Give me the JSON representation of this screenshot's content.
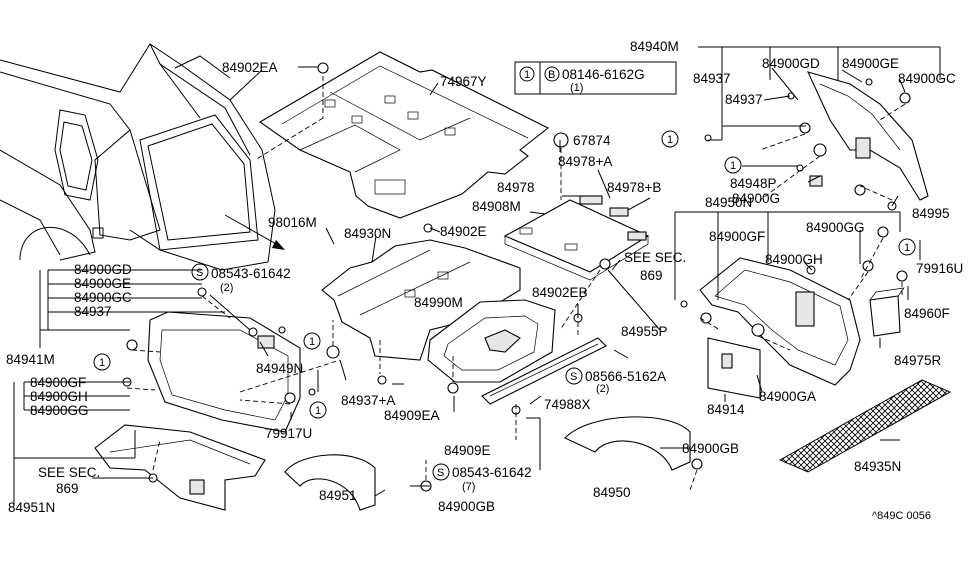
{
  "diagram_code": "^849C 0056",
  "bolt_note": {
    "circle_num": "1",
    "circle_letter": "B",
    "part": "08146-6162G",
    "qty": "(1)"
  },
  "callouts": {
    "p84902EA": "84902EA",
    "p74967Y": "74967Y",
    "p84940M": "84940M",
    "p84937_tr": "84937",
    "p84900GD_tr": "84900GD",
    "p84900GE_tr": "84900GE",
    "p84900GC_tr": "84900GC",
    "p84937_tr2": "84937",
    "p67874": "67874",
    "p84978A": "84978+A",
    "p84978": "84978",
    "p84978B": "84978+B",
    "p84908M": "84908M",
    "p84948P": "84948P",
    "p84900G": "84900G",
    "p84995": "84995",
    "p84950N": "84950N",
    "p98016M": "98016M",
    "p84930N": "84930N",
    "p84902E": "84902E",
    "p84900GF_r": "84900GF",
    "p84900GG_r": "84900GG",
    "see_sec_r1": "SEE SEC.",
    "see_sec_r2": "869",
    "p84900GH_r": "84900GH",
    "p79916U": "79916U",
    "p84900GD_l": "84900GD",
    "p84900GE_l": "84900GE",
    "p84900GC_l": "84900GC",
    "p84937_l": "84937",
    "s08543_a": "08543-61642",
    "s08543_a_qty": "(2)",
    "p84990M": "84990M",
    "p84902EB": "84902EB",
    "p84955P": "84955P",
    "p84960F": "84960F",
    "p84941M": "84941M",
    "p84949N": "84949N",
    "s08566": "08566-5162A",
    "s08566_qty": "(2)",
    "p84975R": "84975R",
    "p84900GF_l": "84900GF",
    "p84900GH_l": "84900GH",
    "p84900GG_l": "84900GG",
    "p84937A": "84937+A",
    "p84909EA": "84909EA",
    "p74988X": "74988X",
    "p84914": "84914",
    "p84900GA": "84900GA",
    "p79917U": "79917U",
    "p84909E": "84909E",
    "p84900GB_r": "84900GB",
    "see_sec_l1": "SEE SEC.",
    "see_sec_l2": "869",
    "s08543_b": "08543-61642",
    "s08543_b_qty": "(7)",
    "p84950": "84950",
    "p84935N": "84935N",
    "p84951N": "84951N",
    "p84951": "84951",
    "p84900GB_b": "84900GB",
    "one": "1",
    "s": "S"
  }
}
